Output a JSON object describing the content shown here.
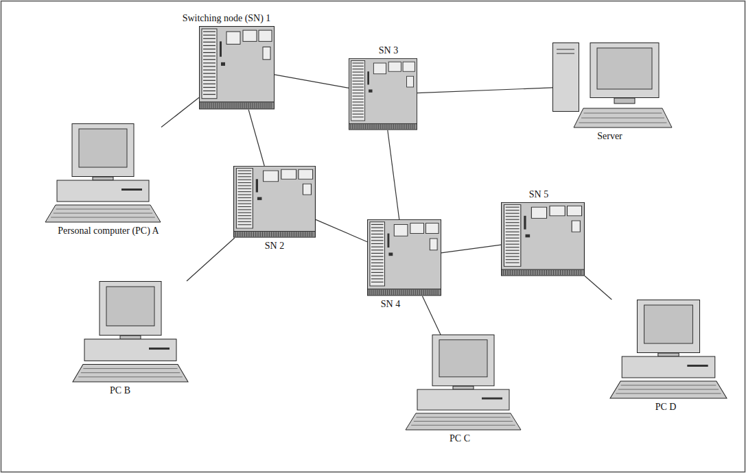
{
  "diagram": {
    "nodes": [
      {
        "text": [
          "Switching node (SN) 1"
        ]
      },
      {
        "text": [
          "SN 3"
        ]
      },
      {
        "text": [
          "Server"
        ]
      },
      {
        "text": [
          "Personal computer (PC) A"
        ]
      },
      {
        "text": [
          "SN 2"
        ]
      },
      {
        "text": [
          "SN 5"
        ]
      },
      {
        "text": [
          "SN 4"
        ]
      },
      {
        "text": [
          "PC B"
        ]
      },
      {
        "text": [
          "PC C"
        ]
      },
      {
        "text": [
          "PC D"
        ]
      }
    ],
    "edges": [
      {
        "from": 0,
        "to": 1,
        "arrow": "none"
      },
      {
        "from": 1,
        "to": 2,
        "arrow": "none"
      },
      {
        "from": 0,
        "to": 3,
        "arrow": "none"
      },
      {
        "from": 0,
        "to": 4,
        "arrow": "none"
      },
      {
        "from": 4,
        "to": 7,
        "arrow": "none"
      },
      {
        "from": 4,
        "to": 6,
        "arrow": "none"
      },
      {
        "from": 1,
        "to": 6,
        "arrow": "none"
      },
      {
        "from": 6,
        "to": 5,
        "arrow": "none"
      },
      {
        "from": 6,
        "to": 8,
        "arrow": "none"
      },
      {
        "from": 5,
        "to": 9,
        "arrow": "none"
      }
    ]
  }
}
